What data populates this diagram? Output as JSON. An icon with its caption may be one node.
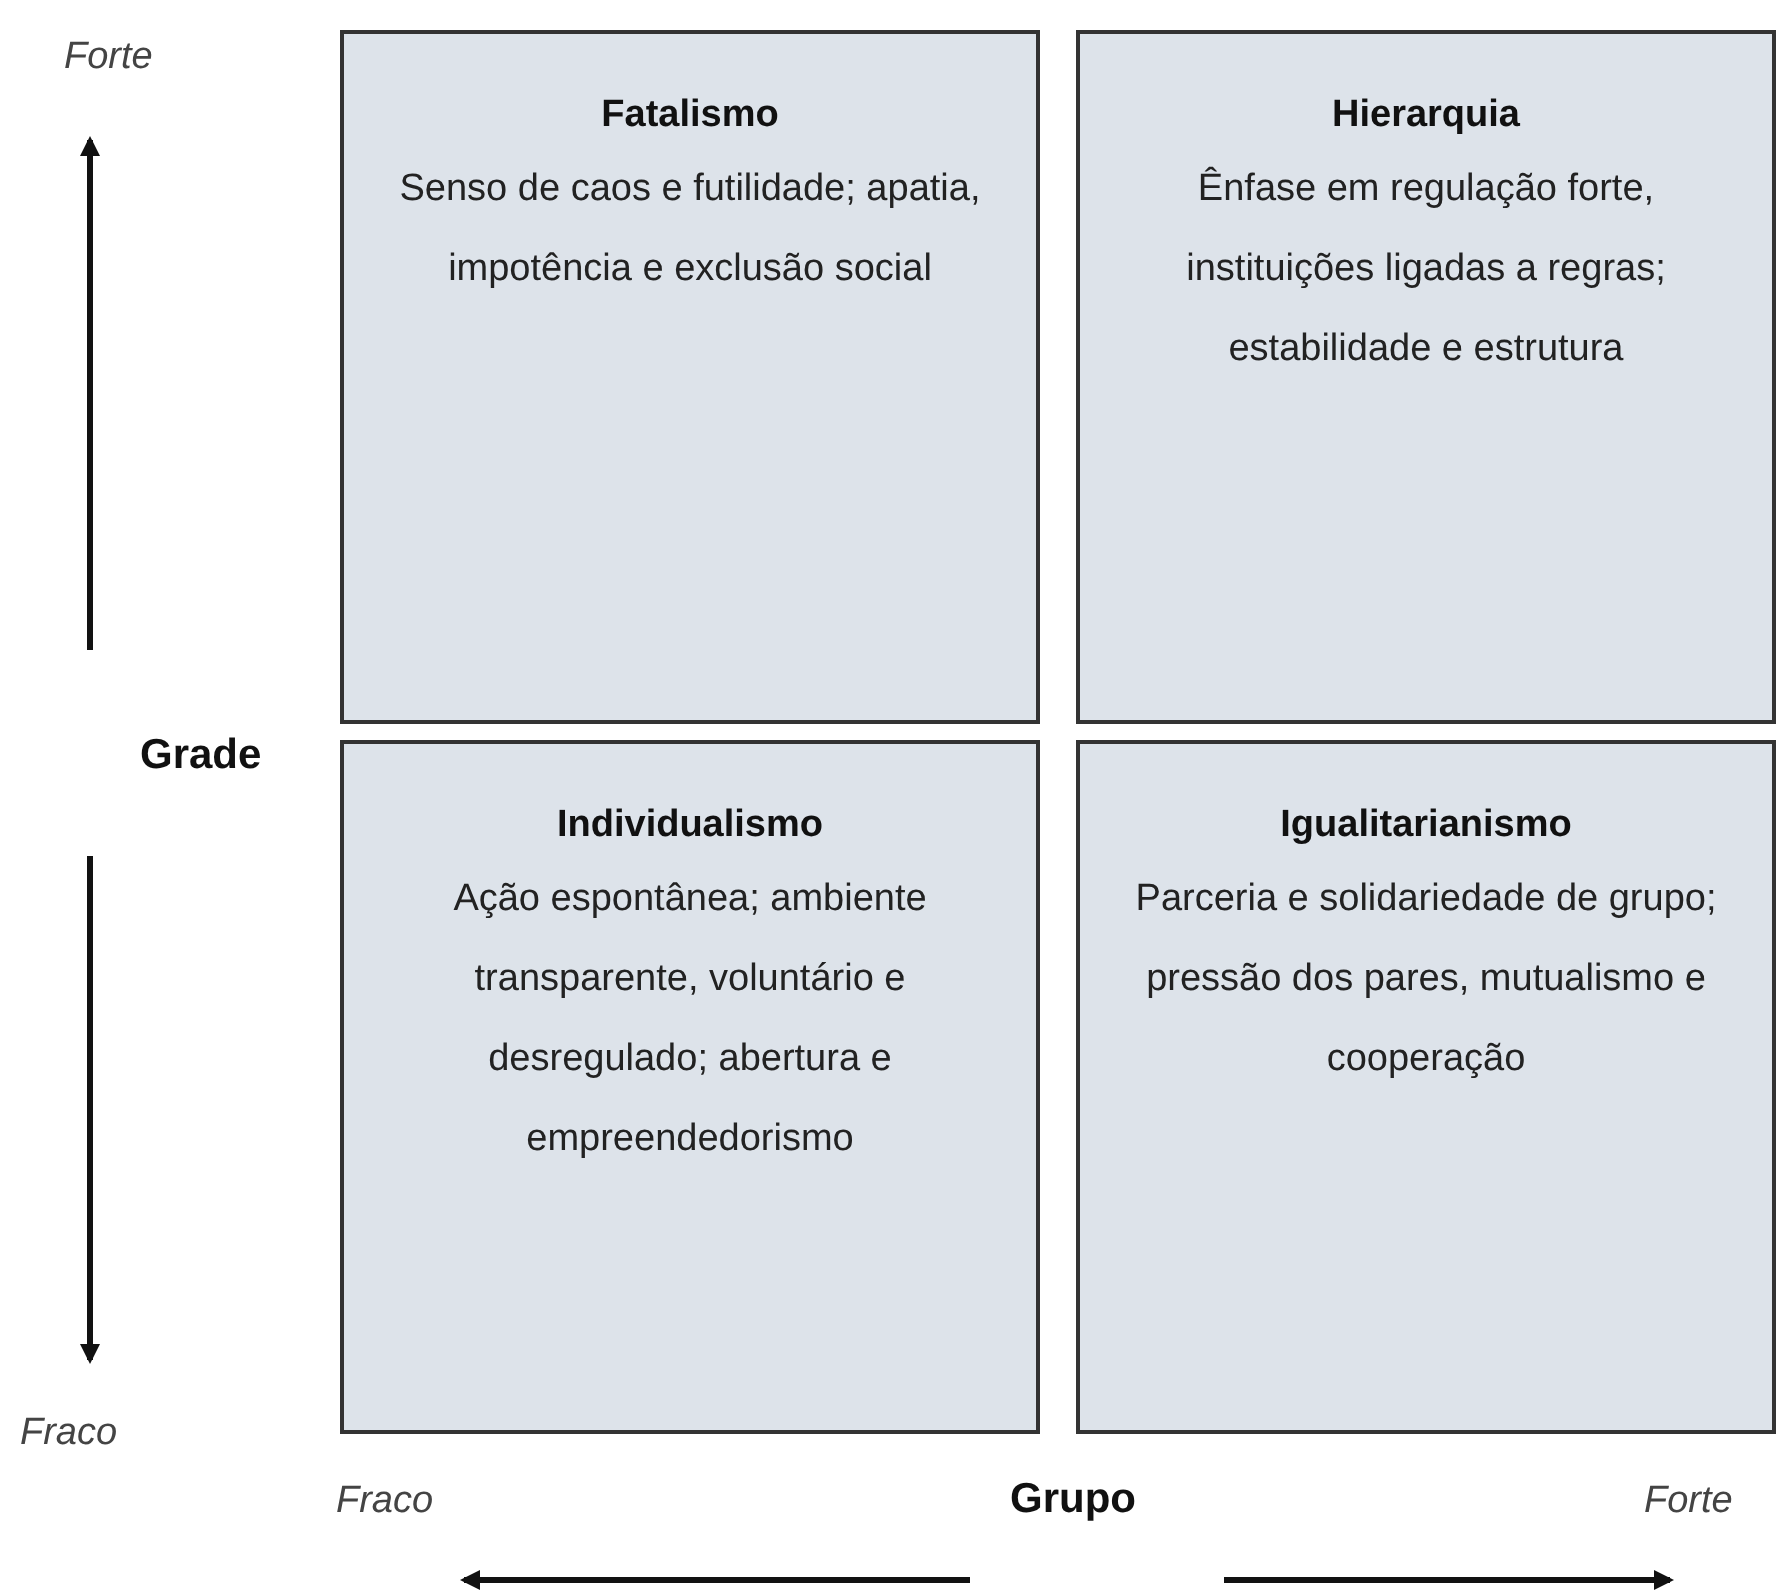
{
  "diagram": {
    "nodes": [
      {
        "text": [
          "Fatalismo",
          "Senso de caos e futilidade; apatia, impotência e exclusão social"
        ]
      },
      {
        "text": [
          "Hierarquia",
          "Ênfase em regulação forte, instituições ligadas a regras; estabilidade e estrutura"
        ]
      },
      {
        "text": [
          "Individualismo",
          "Ação espontânea; ambiente transparente, voluntário e desregulado; abertura e empreendedorismo"
        ]
      },
      {
        "text": [
          "Igualitarianismo",
          "Parceria e solidariedade de grupo; pressão dos pares, mutualismo e cooperação"
        ]
      }
    ],
    "labels": [
      "Forte",
      "Grade",
      "Fraco",
      "Fraco",
      "Grupo",
      "Forte"
    ]
  }
}
